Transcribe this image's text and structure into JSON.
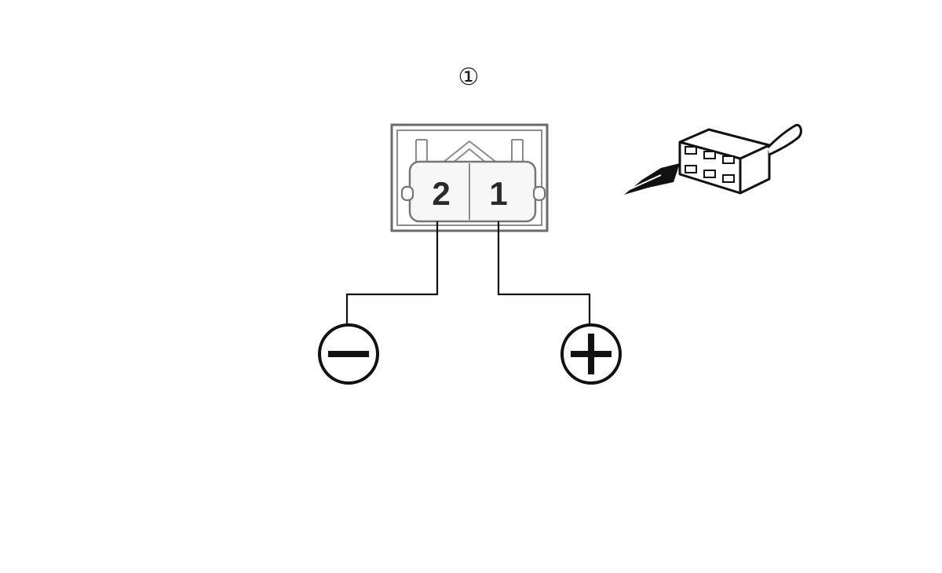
{
  "diagram": {
    "callout_number": "①",
    "connector": {
      "pins": [
        {
          "label": "2",
          "polarity": "negative"
        },
        {
          "label": "1",
          "polarity": "positive"
        }
      ]
    },
    "terminals": {
      "negative_symbol": "minus-in-circle",
      "positive_symbol": "plus-in-circle"
    },
    "colors": {
      "connector_outline": "#707070",
      "connector_fill": "#f6f6f6",
      "wire": "#111111",
      "symbol": "#111111"
    }
  }
}
